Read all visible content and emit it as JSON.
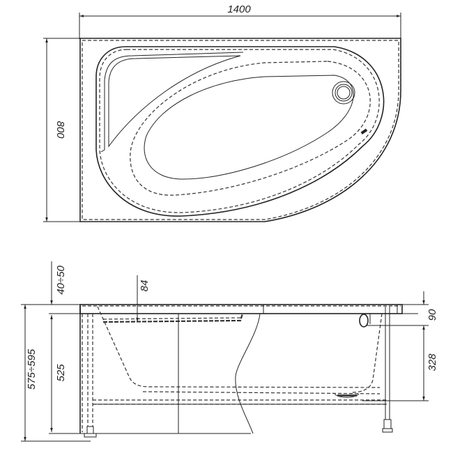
{
  "drawing": {
    "title": "Corner bathtub technical drawing",
    "top_view": {
      "width_dimension": "1400",
      "depth_dimension": "800"
    },
    "side_view": {
      "leg_adjust_dimension": "40÷50",
      "total_height_dimension": "575÷595",
      "body_height_dimension": "525",
      "rim_depth_dimension": "84",
      "overflow_offset_dimension": "90",
      "overflow_height_dimension": "328"
    },
    "colors": {
      "line": "#222222",
      "background": "#ffffff"
    }
  }
}
